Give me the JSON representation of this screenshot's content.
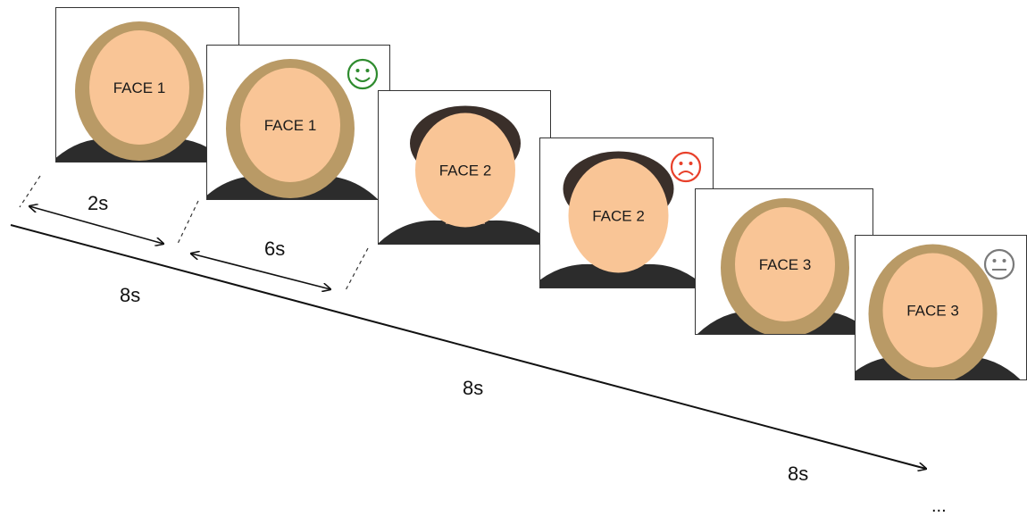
{
  "colors": {
    "face": "#f9c596",
    "outline": "#333333",
    "arrow": "#111111",
    "happy": "#2e8b2e",
    "sad": "#e8402a",
    "neutral": "#7a7a7a",
    "hair_blonde": "#b99a66",
    "hair_dark": "#3a2f2a",
    "clothes": "#2c2c2c"
  },
  "cards": [
    {
      "label": "FACE 1",
      "hair": "blonde",
      "feedback": null
    },
    {
      "label": "FACE 1",
      "hair": "blonde",
      "feedback": "happy-face-icon"
    },
    {
      "label": "FACE 2",
      "hair": "dark",
      "feedback": null
    },
    {
      "label": "FACE 2",
      "hair": "dark",
      "feedback": "sad-face-icon"
    },
    {
      "label": "FACE 3",
      "hair": "blonde",
      "feedback": null
    },
    {
      "label": "FACE 3",
      "hair": "blonde",
      "feedback": "neutral-face-icon"
    }
  ],
  "timing": {
    "phase1": "2s",
    "phase2": "6s",
    "trial1": "8s",
    "trial2": "8s",
    "trial3": "8s"
  },
  "continuation": "..."
}
